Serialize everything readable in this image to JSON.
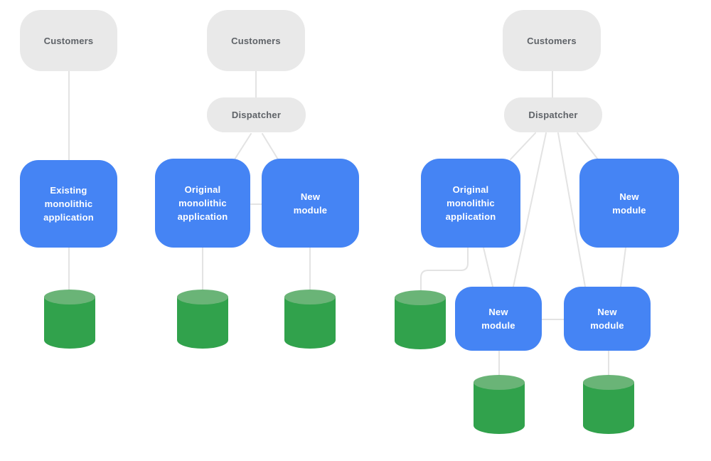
{
  "colors": {
    "box_blue": "#4584F4",
    "box_gray": "#E9E9E9",
    "gray_text": "#5F6368",
    "blue_text": "#FFFFFF",
    "cylinder_green": "#31A24C",
    "cylinder_top_green": "#6AB477",
    "connector_gray": "#E3E3E3"
  },
  "panels": [
    {
      "customers_label": "Customers",
      "boxes": [
        {
          "label": "Existing\nmonolithic\napplication"
        }
      ],
      "database_count": 1
    },
    {
      "customers_label": "Customers",
      "dispatcher_label": "Dispatcher",
      "boxes": [
        {
          "label": "Original\nmonolithic\napplication"
        },
        {
          "label": "New\nmodule"
        }
      ],
      "database_count": 2
    },
    {
      "customers_label": "Customers",
      "dispatcher_label": "Dispatcher",
      "boxes": [
        {
          "label": "Original\nmonolithic\napplication"
        },
        {
          "label": "New\nmodule"
        },
        {
          "label": "New\nmodule"
        },
        {
          "label": "New\nmodule"
        }
      ],
      "database_count": 3
    }
  ]
}
